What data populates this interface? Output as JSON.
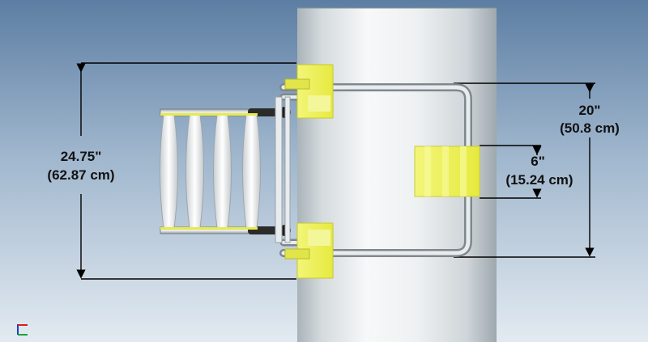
{
  "dimensions": {
    "overall_height": {
      "imperial": "24.75\"",
      "metric": "(62.87 cm)"
    },
    "ubolt_span": {
      "imperial": "20\"",
      "metric": "(50.8 cm)"
    },
    "clamp_height": {
      "imperial": "6\"",
      "metric": "(15.24 cm)"
    }
  },
  "colors": {
    "background_top": "#5f7fa3",
    "background_bottom": "#dfe7ef",
    "bracket_yellow": "#eef15a",
    "pole_light": "#f4f6f7",
    "pole_shade": "#aeb7bd",
    "ladder_rung": "#f2f4f5",
    "bolt_dark": "#2a2a2a"
  },
  "icons": {
    "axis_triad": "axis-triad-icon"
  }
}
